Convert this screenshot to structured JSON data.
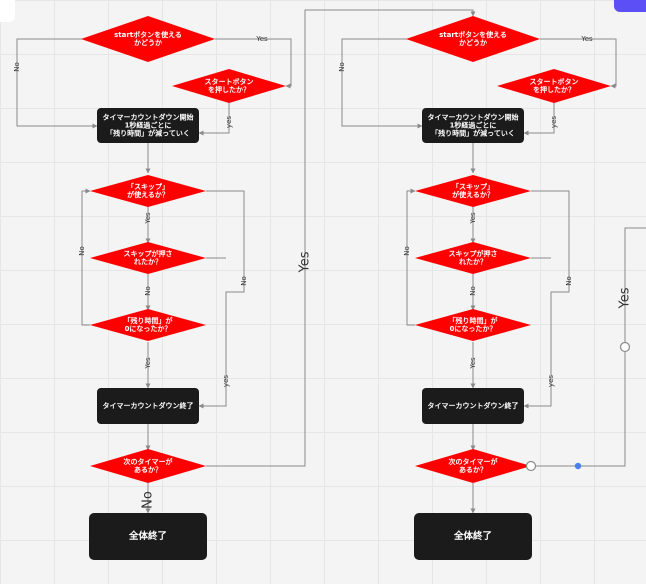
{
  "flows": [
    {
      "q_start_usable": [
        "startボタンを使える",
        "かどうか"
      ],
      "q_start_pressed": [
        "スタートボタン",
        "を押したか？"
      ],
      "countdown": [
        "タイマーカウントダウン開始",
        "1秒経過ごとに",
        "「残り時間」が減っていく"
      ],
      "q_skip_usable": [
        "「スキップ」",
        "が使えるか？"
      ],
      "q_skip_pressed": [
        "スキップが押さ",
        "れたか？"
      ],
      "q_time_zero": [
        "「残り時間」が",
        "0になったか？"
      ],
      "countdown_end": "タイマーカウントダウン終了",
      "q_next_timer": [
        "次のタイマーが",
        "あるか？"
      ],
      "end": "全体終了"
    },
    {
      "q_start_usable": [
        "startボタンを使える",
        "かどうか"
      ],
      "q_start_pressed": [
        "スタートボタン",
        "を押したか？"
      ],
      "countdown": [
        "タイマーカウントダウン開始",
        "1秒経過ごとに",
        "「残り時間」が減っていく"
      ],
      "q_skip_usable": [
        "「スキップ」",
        "が使えるか？"
      ],
      "q_skip_pressed": [
        "スキップが押さ",
        "れたか？"
      ],
      "q_time_zero": [
        "「残り時間」が",
        "0になったか？"
      ],
      "countdown_end": "タイマーカウントダウン終了",
      "q_next_timer": [
        "次のタイマーが",
        "あるか？"
      ],
      "end": "全体終了"
    }
  ],
  "labels": {
    "yes": "Yes",
    "yes_lower": "yes",
    "no": "No"
  },
  "colors": {
    "decision": "#ff0000",
    "process": "#1b1b1b",
    "connector": "#8a8a8a",
    "selected_handle": "#4a7ff0"
  }
}
